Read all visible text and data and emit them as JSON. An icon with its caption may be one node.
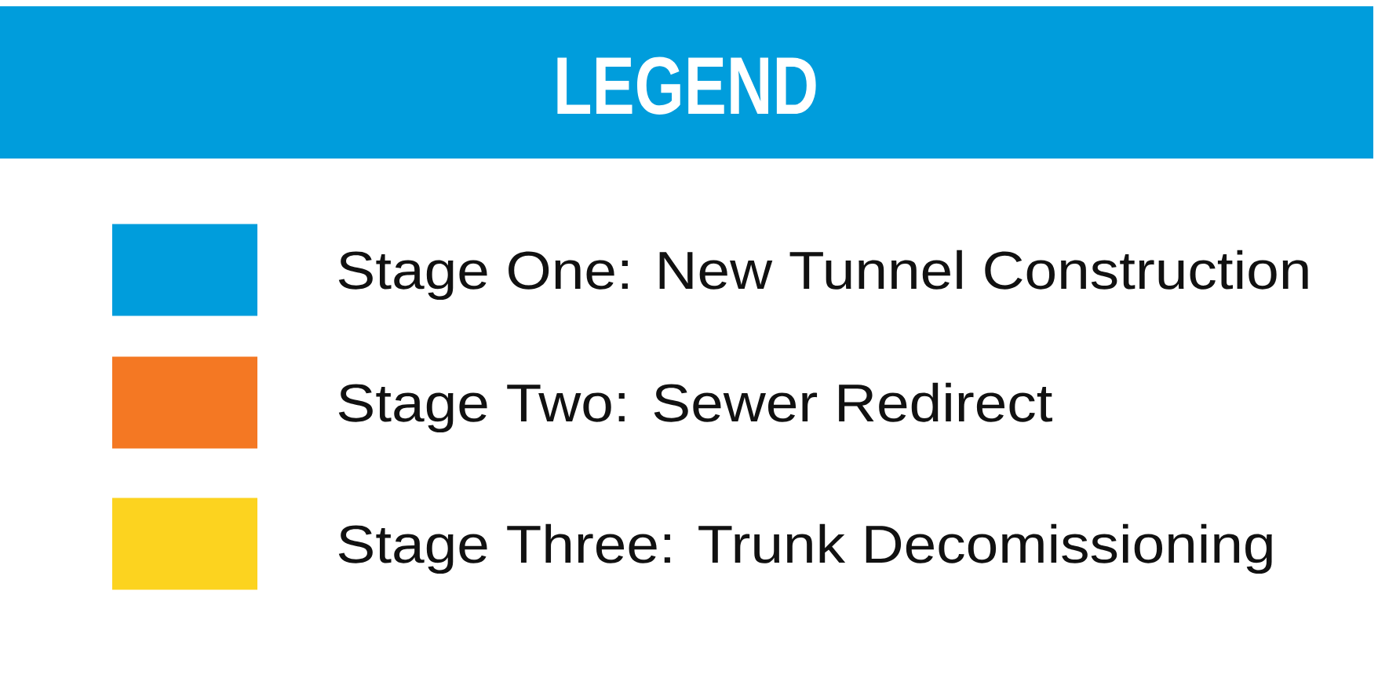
{
  "diagram": {
    "title": "LEGEND",
    "legend": [
      {
        "text": "Stage One: New Tunnel Construction",
        "color": "#009ddc"
      },
      {
        "text": "Stage Two: Sewer Redirect",
        "color": "#f47823"
      },
      {
        "text": "Stage Three: Trunk Decomissioning",
        "color": "#fcd31f"
      }
    ]
  }
}
